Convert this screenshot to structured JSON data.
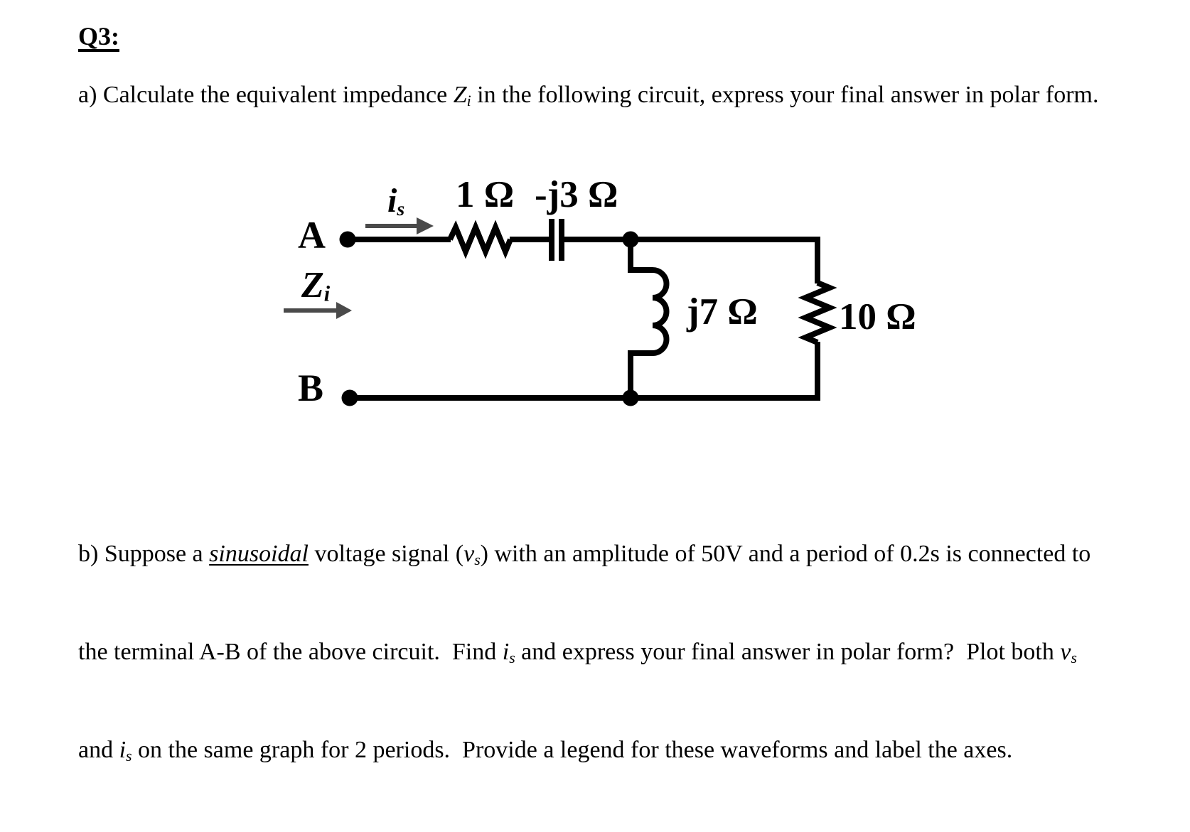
{
  "document": {
    "title": "Q3:",
    "part_a": {
      "text_before_var": "a) Calculate the equivalent impedance ",
      "var_base": "Z",
      "var_sub": "i",
      "text_after_var": " in the following circuit, express your final answer in polar form."
    },
    "part_b": {
      "line1": {
        "seg1": "b) Suppose a ",
        "emphasized_word": "sinusoidal",
        "seg2": " voltage signal (",
        "v_base": "v",
        "v_sub": "s",
        "seg3": ") with an amplitude of 50V and a period of 0.2s is connected to"
      },
      "line2": {
        "seg1": "the terminal A-B of the above circuit.  Find ",
        "i_base": "i",
        "i_sub": "s",
        "seg2": " and express your final answer in polar form?  Plot both ",
        "v_base": "v",
        "v_sub": "s"
      },
      "line3": {
        "seg1": "and ",
        "i_base": "i",
        "i_sub": "s",
        "seg2": " on the same graph for 2 periods.  Provide a legend for these waveforms and label the axes."
      }
    },
    "circuit": {
      "terminal_a": "A",
      "terminal_b": "B",
      "source_current": {
        "base": "i",
        "sub": "s"
      },
      "input_impedance": {
        "base": "Z",
        "sub": "i"
      },
      "series_resistor_label": "1 Ω",
      "series_capacitor_label": "-j3 Ω",
      "shunt_inductor_label": "j7 Ω",
      "shunt_resistor_label": "10 Ω",
      "colors": {
        "wire": "#000000",
        "arrow": "#4a4a4a"
      }
    }
  }
}
